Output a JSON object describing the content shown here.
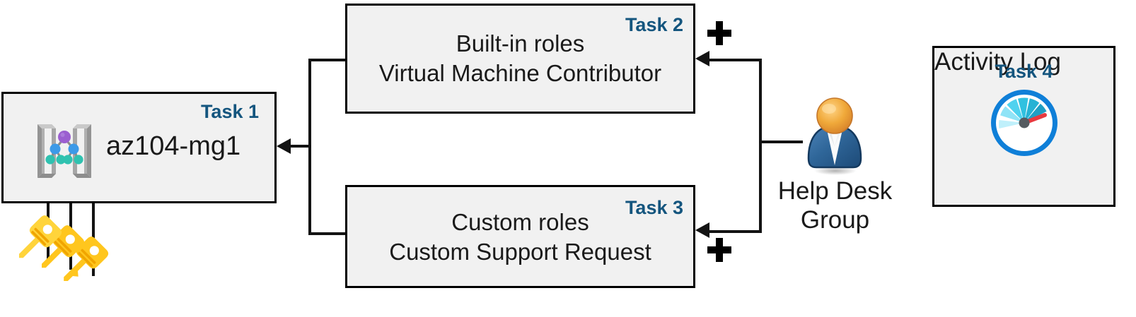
{
  "diagram": {
    "title_color": "#14557e",
    "box_fill": "#f1f1f1",
    "box_border": "#000000",
    "line_color": "#131313"
  },
  "task1": {
    "label": "Task 1",
    "title": "az104-mg1",
    "icon": "management-group-icon"
  },
  "task2": {
    "label": "Task 2",
    "line1": "Built-in roles",
    "line2": "Virtual Machine Contributor",
    "operator": "+"
  },
  "task3": {
    "label": "Task 3",
    "line1": "Custom roles",
    "line2": "Custom Support Request",
    "operator": "+"
  },
  "task4": {
    "label": "Task 4",
    "title": "Activity Log",
    "icon": "gauge-icon"
  },
  "actor": {
    "line1": "Help Desk",
    "line2": "Group",
    "icon": "user-icon"
  },
  "keys": {
    "icon": "key-icon",
    "count": 3
  }
}
